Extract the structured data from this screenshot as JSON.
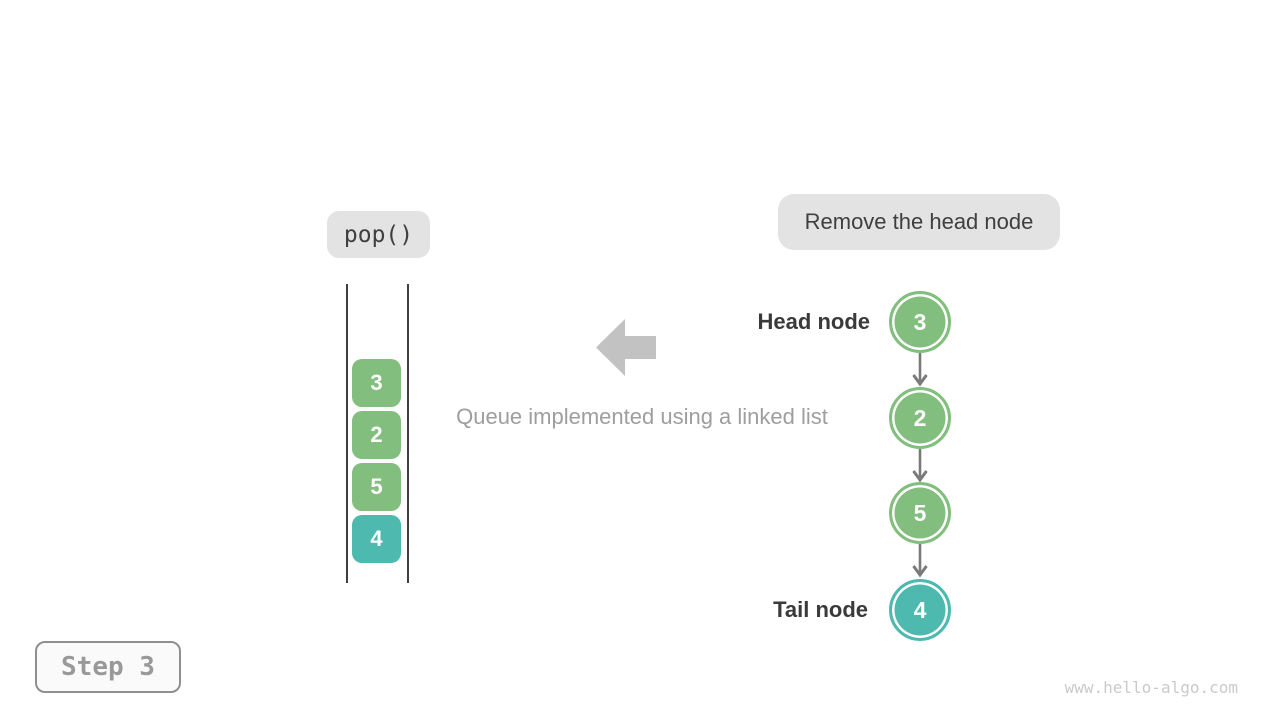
{
  "operation_badge": {
    "label": "pop()"
  },
  "annotation_badge": {
    "label": "Remove the head node"
  },
  "caption": {
    "text": "Queue implemented using a linked list"
  },
  "queue": {
    "items": [
      {
        "value": "3",
        "color": "#82be7e"
      },
      {
        "value": "2",
        "color": "#82be7e"
      },
      {
        "value": "5",
        "color": "#82be7e"
      },
      {
        "value": "4",
        "color": "#4db9af"
      }
    ]
  },
  "linked_list": {
    "head_label": "Head node",
    "tail_label": "Tail node",
    "nodes": [
      {
        "value": "3",
        "color": "#82be7e"
      },
      {
        "value": "2",
        "color": "#82be7e"
      },
      {
        "value": "5",
        "color": "#82be7e"
      },
      {
        "value": "4",
        "color": "#4db9af"
      }
    ]
  },
  "step_badge": {
    "label": "Step 3"
  },
  "watermark": {
    "text": "www.hello-algo.com"
  },
  "colors": {
    "node-green": "#82be7e",
    "node-teal": "#4db9af",
    "badge-bg": "#e3e3e3",
    "connector-gray": "#7a7a7a",
    "block-arrow-gray": "#c2c2c2",
    "caption-gray": "#9e9e9e",
    "label-dark": "#3a3a3a"
  }
}
